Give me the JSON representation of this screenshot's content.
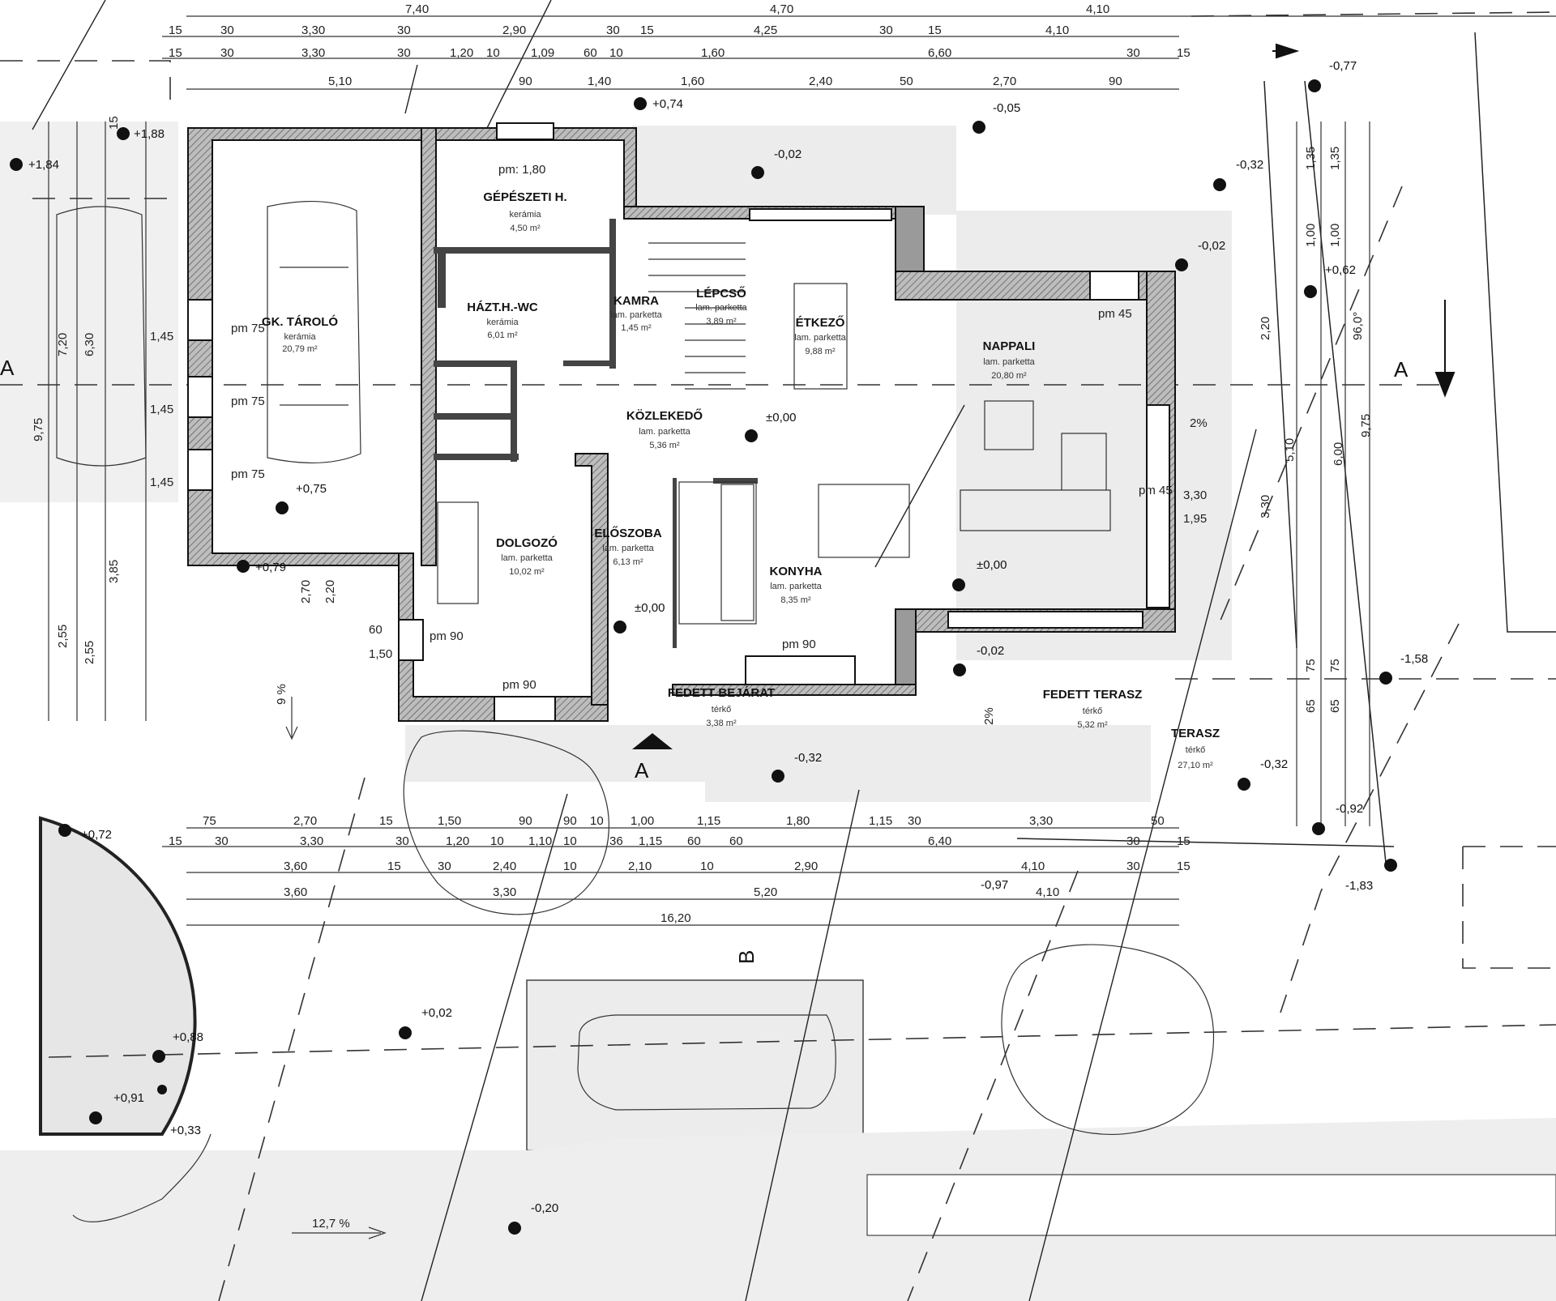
{
  "rooms": [
    {
      "id": "garazs",
      "name": "GK. TÁROLÓ",
      "material": "kerámia",
      "area": "20,79 m²"
    },
    {
      "id": "gepeszeti",
      "name": "GÉPÉSZETI H.",
      "material": "kerámia",
      "area": "4,50 m²"
    },
    {
      "id": "wc",
      "name": "HÁZT.H.-WC",
      "material": "kerámia",
      "area": "6,01 m²"
    },
    {
      "id": "kamra",
      "name": "KAMRA",
      "material": "lam. parketta",
      "area": "1,45 m²"
    },
    {
      "id": "lepcso",
      "name": "LÉPCSŐ",
      "material": "lam. parketta",
      "area": "3,89 m²"
    },
    {
      "id": "etkezo",
      "name": "ÉTKEZŐ",
      "material": "lam. parketta",
      "area": "9,88 m²"
    },
    {
      "id": "nappali",
      "name": "NAPPALI",
      "material": "lam. parketta",
      "area": "20,80 m²"
    },
    {
      "id": "kozlekedo",
      "name": "KÖZLEKEDŐ",
      "material": "lam. parketta",
      "area": "5,36 m²"
    },
    {
      "id": "dolgozo",
      "name": "DOLGOZÓ",
      "material": "lam. parketta",
      "area": "10,02 m²"
    },
    {
      "id": "eloszoba",
      "name": "ELŐSZOBA",
      "material": "lam. parketta",
      "area": "6,13 m²"
    },
    {
      "id": "konyha",
      "name": "KONYHA",
      "material": "lam. parketta",
      "area": "8,35 m²"
    },
    {
      "id": "fedettbejarat",
      "name": "FEDETT BEJÁRAT",
      "material": "térkő",
      "area": "3,38 m²"
    },
    {
      "id": "fedettterasz",
      "name": "FEDETT TERASZ",
      "material": "térkő",
      "area": "5,32 m²"
    },
    {
      "id": "terasz",
      "name": "TERASZ",
      "material": "térkő",
      "area": "27,10 m²"
    }
  ],
  "levels": [
    "+1,88",
    "+1,84",
    "-0,77",
    "+0,74",
    "-0,05",
    "-0,02",
    "-0,32",
    "-0,02",
    "+0,62",
    "±0,00",
    "+0,75",
    "+0,79",
    "±0,00",
    "±0,00",
    "-0,02",
    "-0,32",
    "-1,58",
    "-0,32",
    "-0,92",
    "-1,83",
    "+0,72",
    "+0,88",
    "+0,02",
    "+0,91",
    "+0,33",
    "-0,20",
    "-0,97"
  ],
  "parapets": [
    "pm: 1,80",
    "pm 45",
    "pm 90",
    "pm 45",
    "pm 75",
    "pm 75",
    "pm 75",
    "pm 90",
    "pm 90"
  ],
  "dimensions": {
    "top1": [
      "7,40",
      "4,70",
      "4,10"
    ],
    "top2": [
      "15",
      "30",
      "3,30",
      "30",
      "2,90",
      "30",
      "15",
      "4,25",
      "30",
      "15",
      "4,10"
    ],
    "top3": [
      "15",
      "30",
      "3,30",
      "30",
      "1,20",
      "10",
      "1,09",
      "60",
      "10",
      "1,60",
      "6,60",
      "30",
      "15"
    ],
    "top4": [
      "5,10",
      "90",
      "1,40",
      "1,60",
      "2,40",
      "50",
      "2,70",
      "90"
    ],
    "bot1": [
      "75",
      "2,70",
      "15",
      "1,50",
      "90",
      "90",
      "10",
      "1,00",
      "1,15",
      "1,80",
      "1,15",
      "30",
      "3,30",
      "50"
    ],
    "bot2": [
      "15",
      "30",
      "3,30",
      "30",
      "1,20",
      "10",
      "1,10",
      "10",
      "36",
      "1,15",
      "60",
      "60",
      "6,40",
      "30",
      "15"
    ],
    "bot3": [
      "3,60",
      "15",
      "30",
      "2,40",
      "10",
      "2,10",
      "10",
      "2,90",
      "4,10",
      "30",
      "15"
    ],
    "bot4": [
      "3,60",
      "3,30",
      "5,20",
      "4,10"
    ],
    "bot5": [
      "16,20"
    ],
    "left": [
      "9,75",
      "7,20",
      "6,30",
      "2,55",
      "2,55",
      "3,85",
      "15",
      "1,45",
      "1,45",
      "1,45",
      "2,70",
      "2,20",
      "1,50",
      "60"
    ],
    "right": [
      "1,35",
      "1,35",
      "1,00",
      "1,00",
      "2,20",
      "3,30",
      "5,10",
      "6,00",
      "9,75",
      "3,30",
      "1,95",
      "65",
      "65",
      "75",
      "75"
    ]
  },
  "marks": {
    "section_a_left": "A",
    "section_a_right": "A",
    "section_a_bottom": "A",
    "section_b": "B",
    "slope_garage": "9 %",
    "slope_street": "12,7 %",
    "slope_terrace_1": "2%",
    "slope_terrace_2": "2%",
    "angle": "96,0°"
  }
}
